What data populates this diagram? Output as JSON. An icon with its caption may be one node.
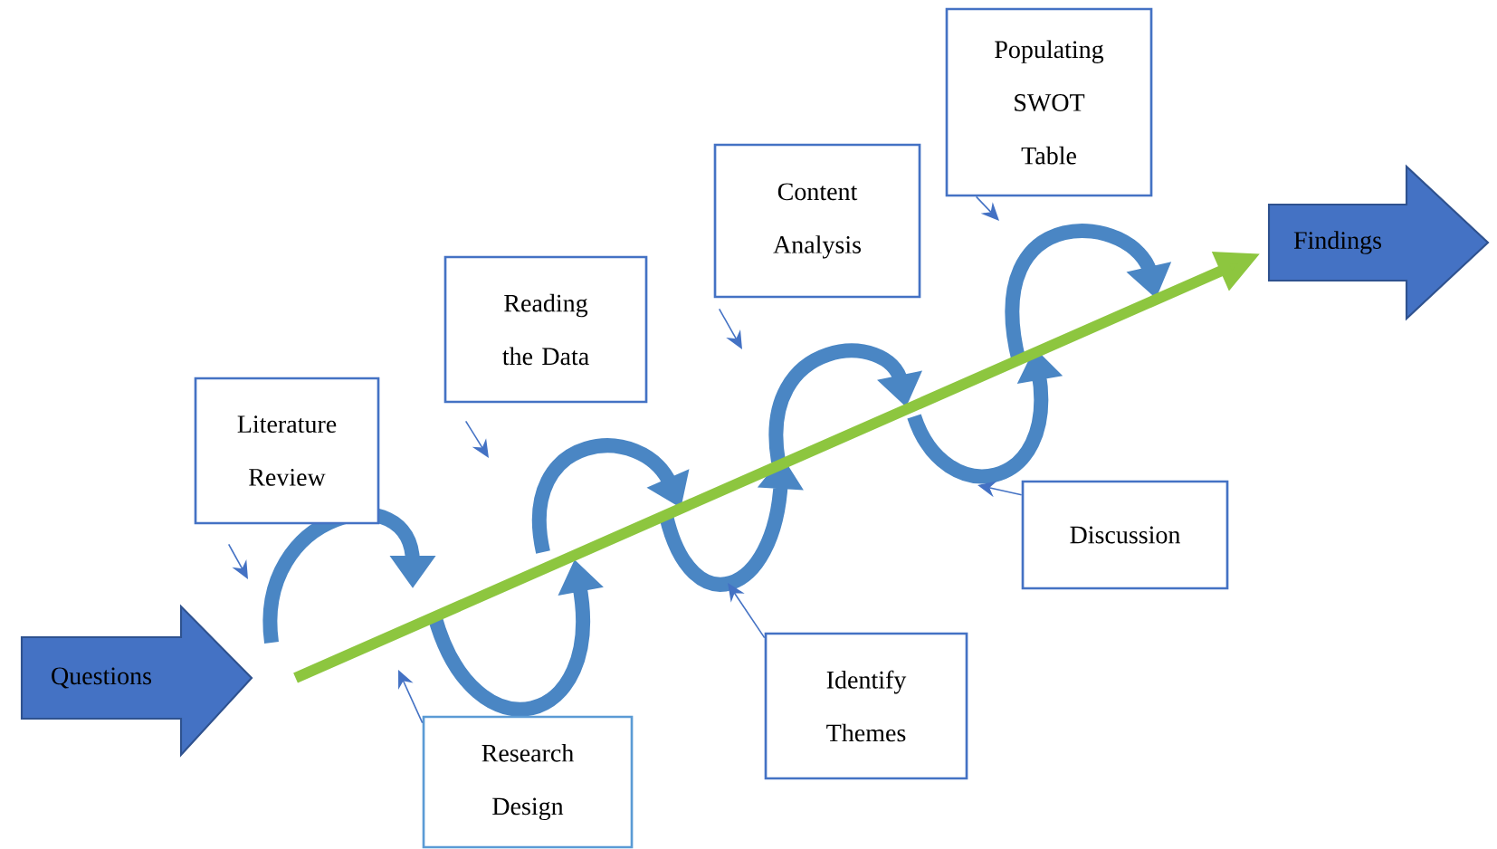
{
  "diagram": {
    "nodes": [
      {
        "text": [
          "Questions"
        ]
      },
      {
        "text": [
          "Literature Review"
        ]
      },
      {
        "text": [
          "Research Design"
        ]
      },
      {
        "text": [
          "Reading the Data"
        ]
      },
      {
        "text": [
          "Identify Themes"
        ]
      },
      {
        "text": [
          "Content Analysis"
        ]
      },
      {
        "text": [
          "Discussion"
        ]
      },
      {
        "text": [
          "Populating SWOT Table"
        ]
      },
      {
        "text": [
          "Findings"
        ]
      }
    ],
    "edges": [
      {
        "from": 0,
        "to": 8,
        "arrow": "to",
        "style": "thick",
        "color": "#8dc63f"
      },
      {
        "from": 1,
        "to": null,
        "arrow": "to"
      },
      {
        "from": 2,
        "to": null,
        "arrow": "to"
      },
      {
        "from": 3,
        "to": null,
        "arrow": "to"
      },
      {
        "from": 4,
        "to": null,
        "arrow": "to"
      },
      {
        "from": 5,
        "to": null,
        "arrow": "to"
      },
      {
        "from": 6,
        "to": null,
        "arrow": "to"
      },
      {
        "from": 7,
        "to": null,
        "arrow": "to"
      }
    ]
  }
}
